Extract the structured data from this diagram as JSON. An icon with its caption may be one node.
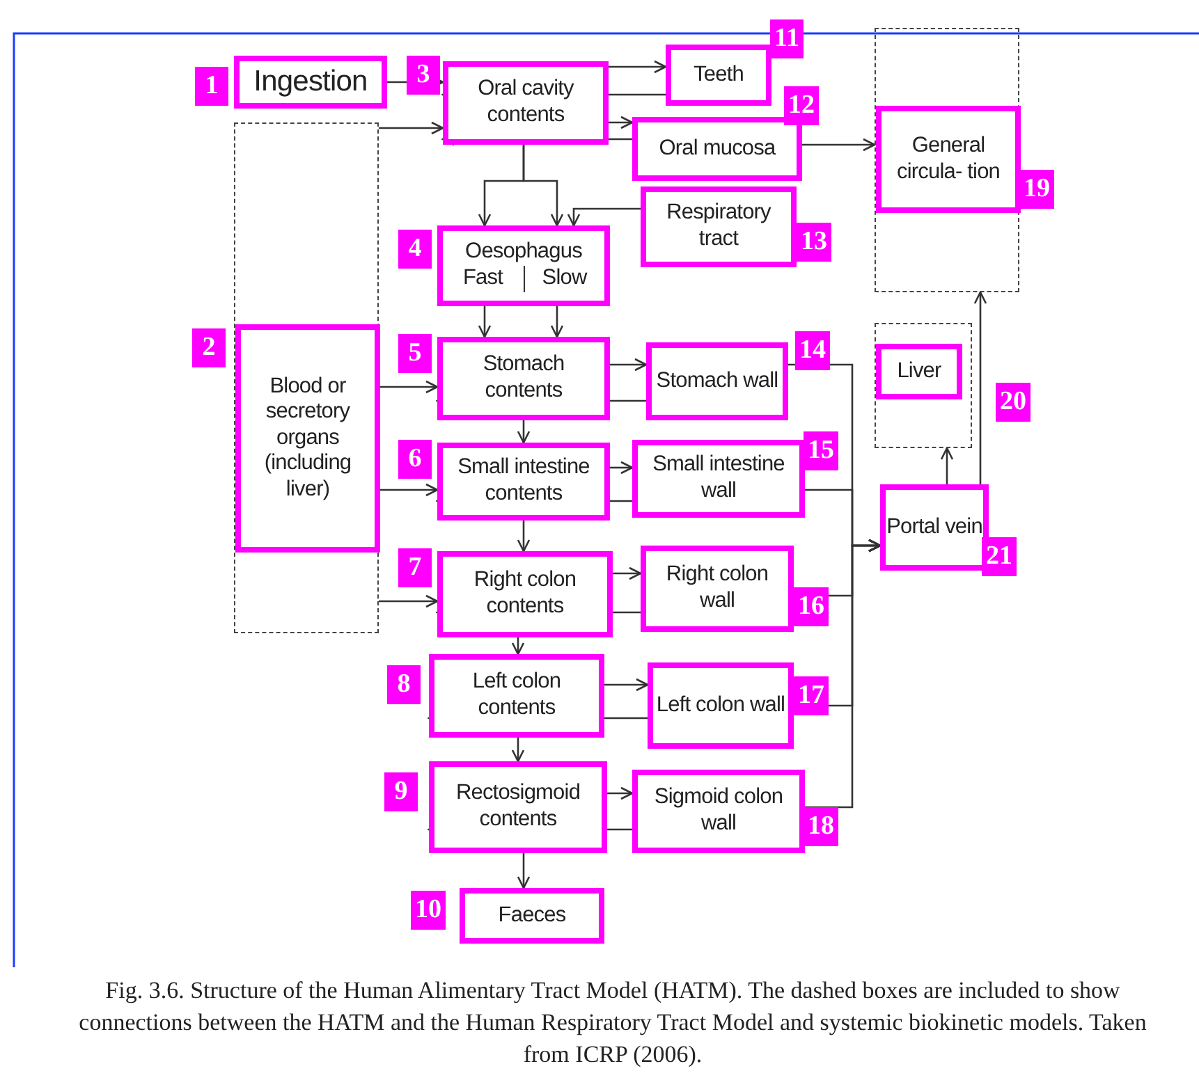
{
  "diagram": {
    "caption": "Fig. 3.6. Structure of the Human Alimentary Tract Model (HATM). The dashed boxes are included to show connections between the HATM and the Human Respiratory Tract Model and systemic biokinetic models. Taken from ICRP (2006).",
    "nodes": [
      {
        "text": [
          "Ingestion"
        ],
        "beside": [
          "1"
        ]
      },
      {
        "text": [
          "Blood or secretory organs (including liver)"
        ],
        "beside": [
          "2"
        ]
      },
      {
        "text": [
          "Oral cavity contents"
        ],
        "beside": [
          "3"
        ]
      },
      {
        "text": [
          "Oesophagus",
          "Fast",
          "Slow"
        ],
        "beside": [
          "4"
        ]
      },
      {
        "text": [
          "Stomach contents"
        ],
        "beside": [
          "5"
        ]
      },
      {
        "text": [
          "Small intestine contents"
        ],
        "beside": [
          "6"
        ]
      },
      {
        "text": [
          "Right colon contents"
        ],
        "beside": [
          "7"
        ]
      },
      {
        "text": [
          "Left colon contents"
        ],
        "beside": [
          "8"
        ]
      },
      {
        "text": [
          "Rectosigmoid contents"
        ],
        "beside": [
          "9"
        ]
      },
      {
        "text": [
          "Faeces"
        ],
        "beside": [
          "10"
        ]
      },
      {
        "text": [
          "Teeth"
        ],
        "beside": [
          "11"
        ]
      },
      {
        "text": [
          "Oral mucosa"
        ],
        "beside": [
          "12"
        ]
      },
      {
        "text": [
          "Respiratory tract"
        ],
        "beside": [
          "13"
        ]
      },
      {
        "text": [
          "Stomach wall"
        ],
        "beside": [
          "14"
        ]
      },
      {
        "text": [
          "Small intestine wall"
        ],
        "beside": [
          "15"
        ]
      },
      {
        "text": [
          "Right colon wall"
        ],
        "beside": [
          "16"
        ]
      },
      {
        "text": [
          "Left colon wall"
        ],
        "beside": [
          "17"
        ]
      },
      {
        "text": [
          "Sigmoid colon wall"
        ],
        "beside": [
          "18"
        ]
      },
      {
        "text": [
          "General circula- tion"
        ],
        "beside": [
          "19"
        ]
      },
      {
        "text": [
          "Liver"
        ],
        "beside": [
          "20"
        ]
      },
      {
        "text": [
          "Portal vein"
        ],
        "beside": [
          "21"
        ]
      }
    ],
    "edges": [
      {
        "from": 0,
        "to": 2,
        "arrow": "to"
      },
      {
        "from": 1,
        "to": 2,
        "arrow": "to"
      },
      {
        "from": 2,
        "to": 10,
        "arrow": "to"
      },
      {
        "from": 10,
        "to": 2,
        "arrow": "to"
      },
      {
        "from": 2,
        "to": 11,
        "arrow": "to"
      },
      {
        "from": 11,
        "to": 2,
        "arrow": "to"
      },
      {
        "from": 2,
        "to": 3,
        "arrow": "to"
      },
      {
        "from": 2,
        "to": 3,
        "arrow": "to"
      },
      {
        "from": 12,
        "to": 3,
        "arrow": "to"
      },
      {
        "from": 11,
        "to": 18,
        "arrow": "to"
      },
      {
        "from": 3,
        "to": 4,
        "arrow": "to"
      },
      {
        "from": 3,
        "to": 4,
        "arrow": "to"
      },
      {
        "from": 1,
        "to": 4,
        "arrow": "to"
      },
      {
        "from": 4,
        "to": 13,
        "arrow": "to"
      },
      {
        "from": 13,
        "to": 4,
        "arrow": "to"
      },
      {
        "from": 4,
        "to": 5,
        "arrow": "to"
      },
      {
        "from": 1,
        "to": 5,
        "arrow": "to"
      },
      {
        "from": 5,
        "to": 14,
        "arrow": "to"
      },
      {
        "from": 14,
        "to": 5,
        "arrow": "to"
      },
      {
        "from": 5,
        "to": 6,
        "arrow": "to"
      },
      {
        "from": 1,
        "to": 6,
        "arrow": "to"
      },
      {
        "from": 6,
        "to": 15,
        "arrow": "to"
      },
      {
        "from": 15,
        "to": 6,
        "arrow": "to"
      },
      {
        "from": 6,
        "to": 7,
        "arrow": "to"
      },
      {
        "from": 7,
        "to": 16,
        "arrow": "to"
      },
      {
        "from": 16,
        "to": 7,
        "arrow": "to"
      },
      {
        "from": 7,
        "to": 8,
        "arrow": "to"
      },
      {
        "from": 8,
        "to": 17,
        "arrow": "to"
      },
      {
        "from": 17,
        "to": 8,
        "arrow": "to"
      },
      {
        "from": 8,
        "to": 9,
        "arrow": "to"
      },
      {
        "from": 13,
        "to": 20,
        "arrow": "to"
      },
      {
        "from": 14,
        "to": 20,
        "arrow": "to"
      },
      {
        "from": 15,
        "to": 20,
        "arrow": "to"
      },
      {
        "from": 16,
        "to": 20,
        "arrow": "to"
      },
      {
        "from": 17,
        "to": 20,
        "arrow": "to"
      },
      {
        "from": 20,
        "to": 18,
        "arrow": "to"
      },
      {
        "from": 20,
        "to": 19,
        "arrow": "to"
      }
    ]
  }
}
